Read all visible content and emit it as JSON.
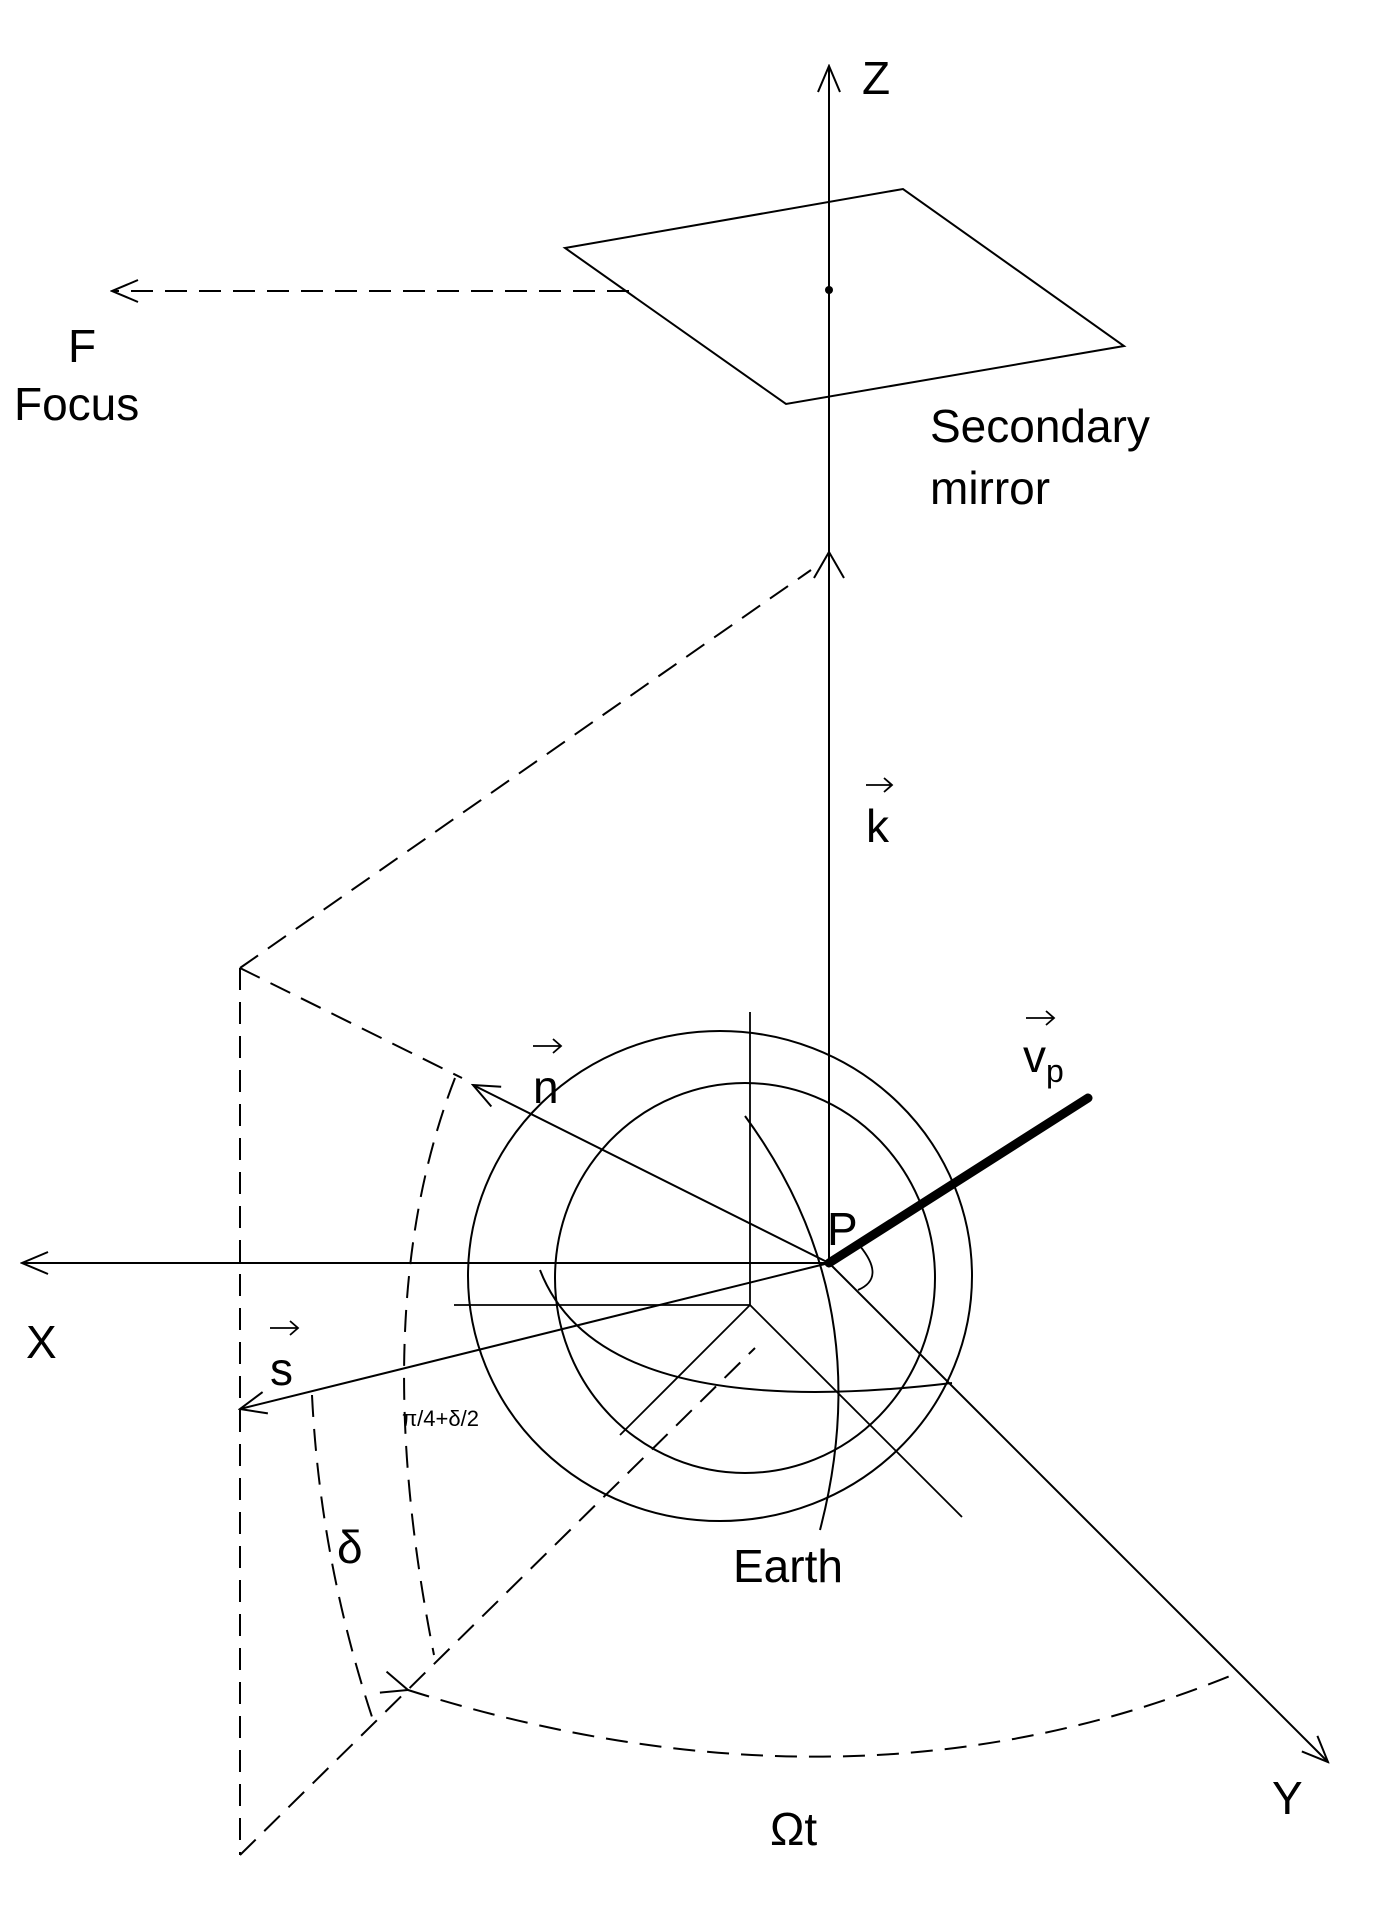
{
  "labels": {
    "z_axis": "Z",
    "x_axis": "X",
    "y_axis": "Y",
    "focus_letter": "F",
    "focus_word": "Focus",
    "mirror_line1": "Secondary",
    "mirror_line2": "mirror",
    "k_vector": "k",
    "n_vector": "n",
    "s_vector": "s",
    "v_vector": "v",
    "v_subscript": "p",
    "point": "P",
    "earth": "Earth",
    "angle_pi": "π/4+δ/2",
    "angle_delta": "δ",
    "angle_omega": "Ωt"
  },
  "colors": {
    "ink": "#000000",
    "background": "#ffffff"
  }
}
